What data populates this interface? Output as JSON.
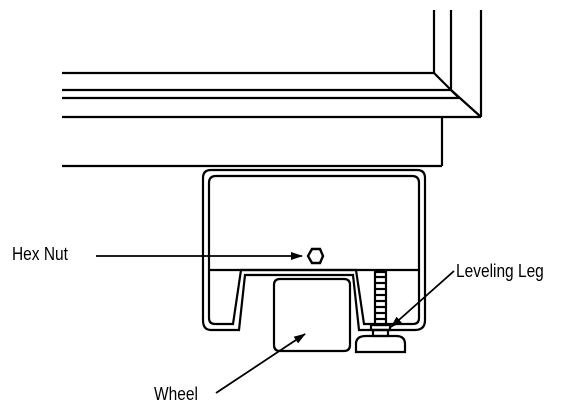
{
  "callouts": {
    "hex_nut": "Hex Nut",
    "leveling_leg": "Leveling Leg",
    "wheel": "Wheel"
  },
  "colors": {
    "line": "#000000",
    "background": "#ffffff"
  }
}
